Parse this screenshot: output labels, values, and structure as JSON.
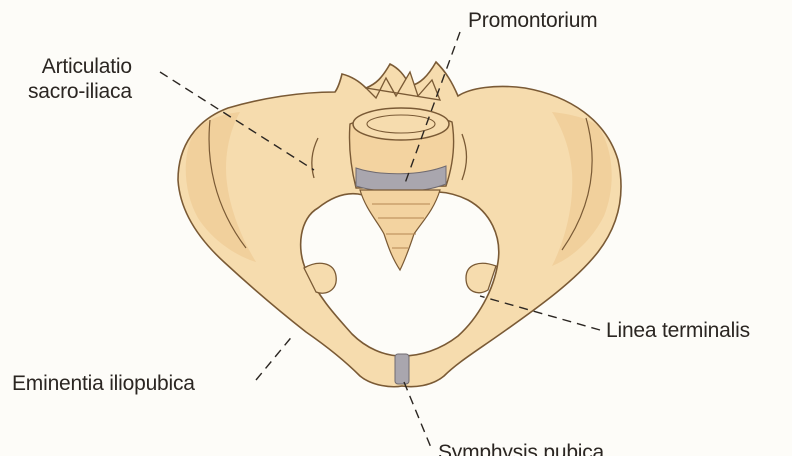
{
  "labels": {
    "promontorium": "Promontorium",
    "articulatio_line1": "Articulatio",
    "articulatio_line2": "sacro-iliaca",
    "linea_terminalis": "Linea terminalis",
    "eminentia": "Eminentia iliopubica",
    "symphysis": "Symphysis pubica"
  },
  "colors": {
    "bone": "#f6dcae",
    "bone_shadow": "#e6bf82",
    "outline": "#7a5a35",
    "cartilage": "#a9a6ae",
    "leader_line": "#2b2622"
  }
}
